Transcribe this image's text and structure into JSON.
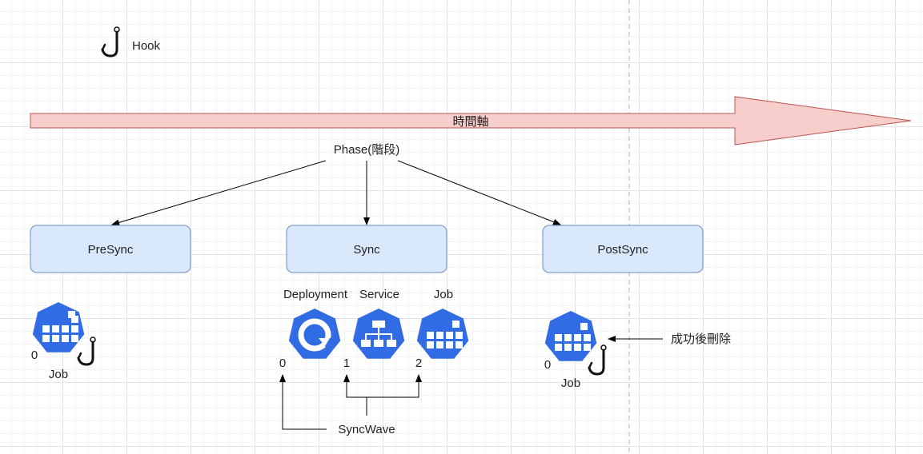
{
  "legend": {
    "label": "Hook",
    "icon": "hook-icon"
  },
  "timeline": {
    "label": "時間軸",
    "color": "#f8cecc",
    "stroke": "#b85450"
  },
  "phase": {
    "label": "Phase(階段)"
  },
  "phases": [
    {
      "id": "presync",
      "label": "PreSync"
    },
    {
      "id": "sync",
      "label": "Sync"
    },
    {
      "id": "postsync",
      "label": "PostSync"
    }
  ],
  "presync": {
    "job_label": "Job",
    "wave": "0"
  },
  "sync": {
    "resources": [
      {
        "label": "Deployment",
        "wave": "0",
        "icon": "deployment-icon"
      },
      {
        "label": "Service",
        "wave": "1",
        "icon": "service-icon"
      },
      {
        "label": "Job",
        "wave": "2",
        "icon": "job-icon"
      }
    ],
    "syncwave_label": "SyncWave"
  },
  "postsync": {
    "job_label": "Job",
    "wave": "0",
    "note": "成功後刪除"
  },
  "colors": {
    "box_fill": "#dae8fc",
    "box_stroke": "#6c8ebf",
    "k8s_blue": "#326ce5"
  }
}
